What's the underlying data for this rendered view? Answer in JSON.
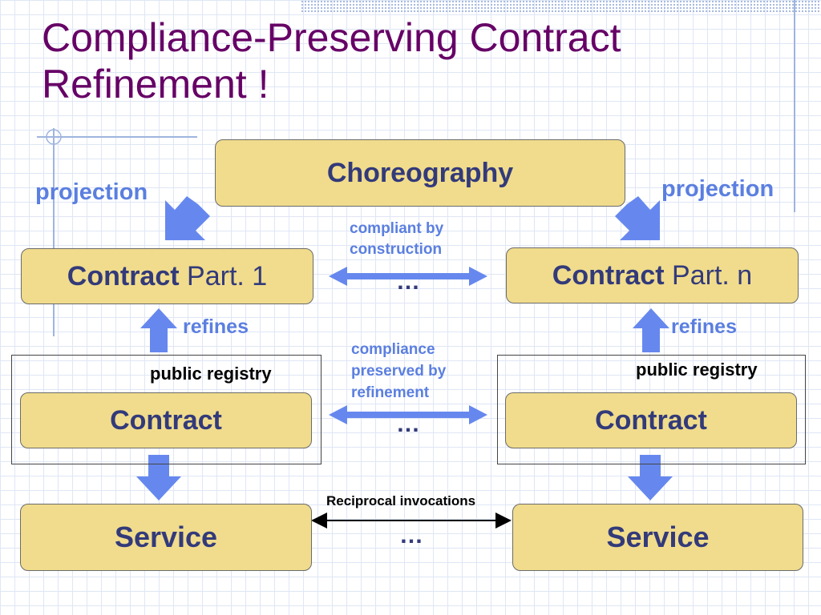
{
  "title": "Compliance-Preserving Contract Refinement !",
  "choreography": "Choreography",
  "projection_left": "projection",
  "projection_right": "projection",
  "contract_part1": {
    "bold": "Contract",
    "rest": "Part. 1"
  },
  "contract_partn": {
    "bold": "Contract",
    "rest": "Part. n"
  },
  "compliant_by_construction": [
    "compliant by",
    "construction"
  ],
  "ellipsis": "…",
  "refines_left": "refines",
  "refines_right": "refines",
  "public_registry_left": "public registry",
  "public_registry_right": "public registry",
  "compliance_preserved": [
    "compliance",
    "preserved by",
    "refinement"
  ],
  "contract_left": "Contract",
  "contract_right": "Contract",
  "reciprocal_invocations": "Reciprocal invocations",
  "service_left": "Service",
  "service_right": "Service",
  "colors": {
    "title": "#660066",
    "box_fill": "#f0dc8c",
    "box_text": "#333a7a",
    "accent_blue": "#5b7fe0",
    "arrow_blue": "#6688ee"
  }
}
